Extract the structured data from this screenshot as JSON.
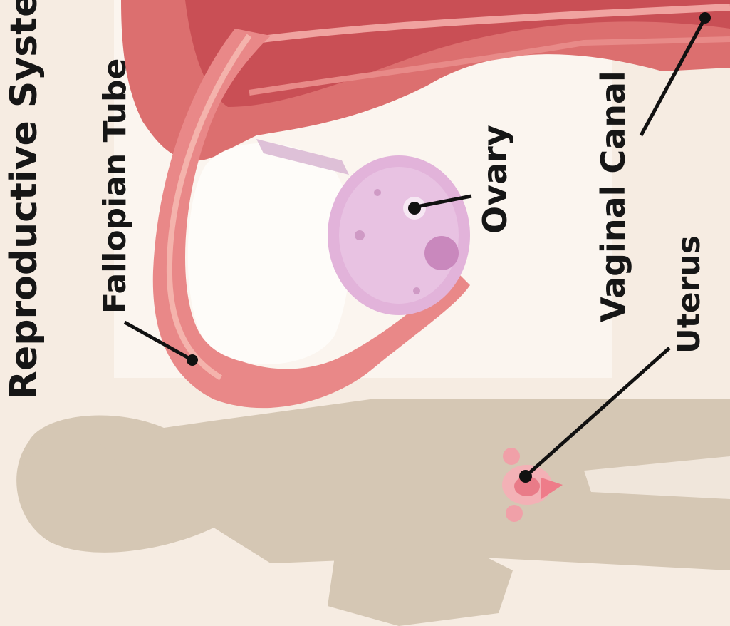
{
  "diagram": {
    "title": "Reproductive System",
    "labels": {
      "fallopian_tube": "Fallopian Tube",
      "ovary": "Ovary",
      "vaginal_canal": "Vaginal Canal",
      "uterus": "Uterus"
    }
  }
}
